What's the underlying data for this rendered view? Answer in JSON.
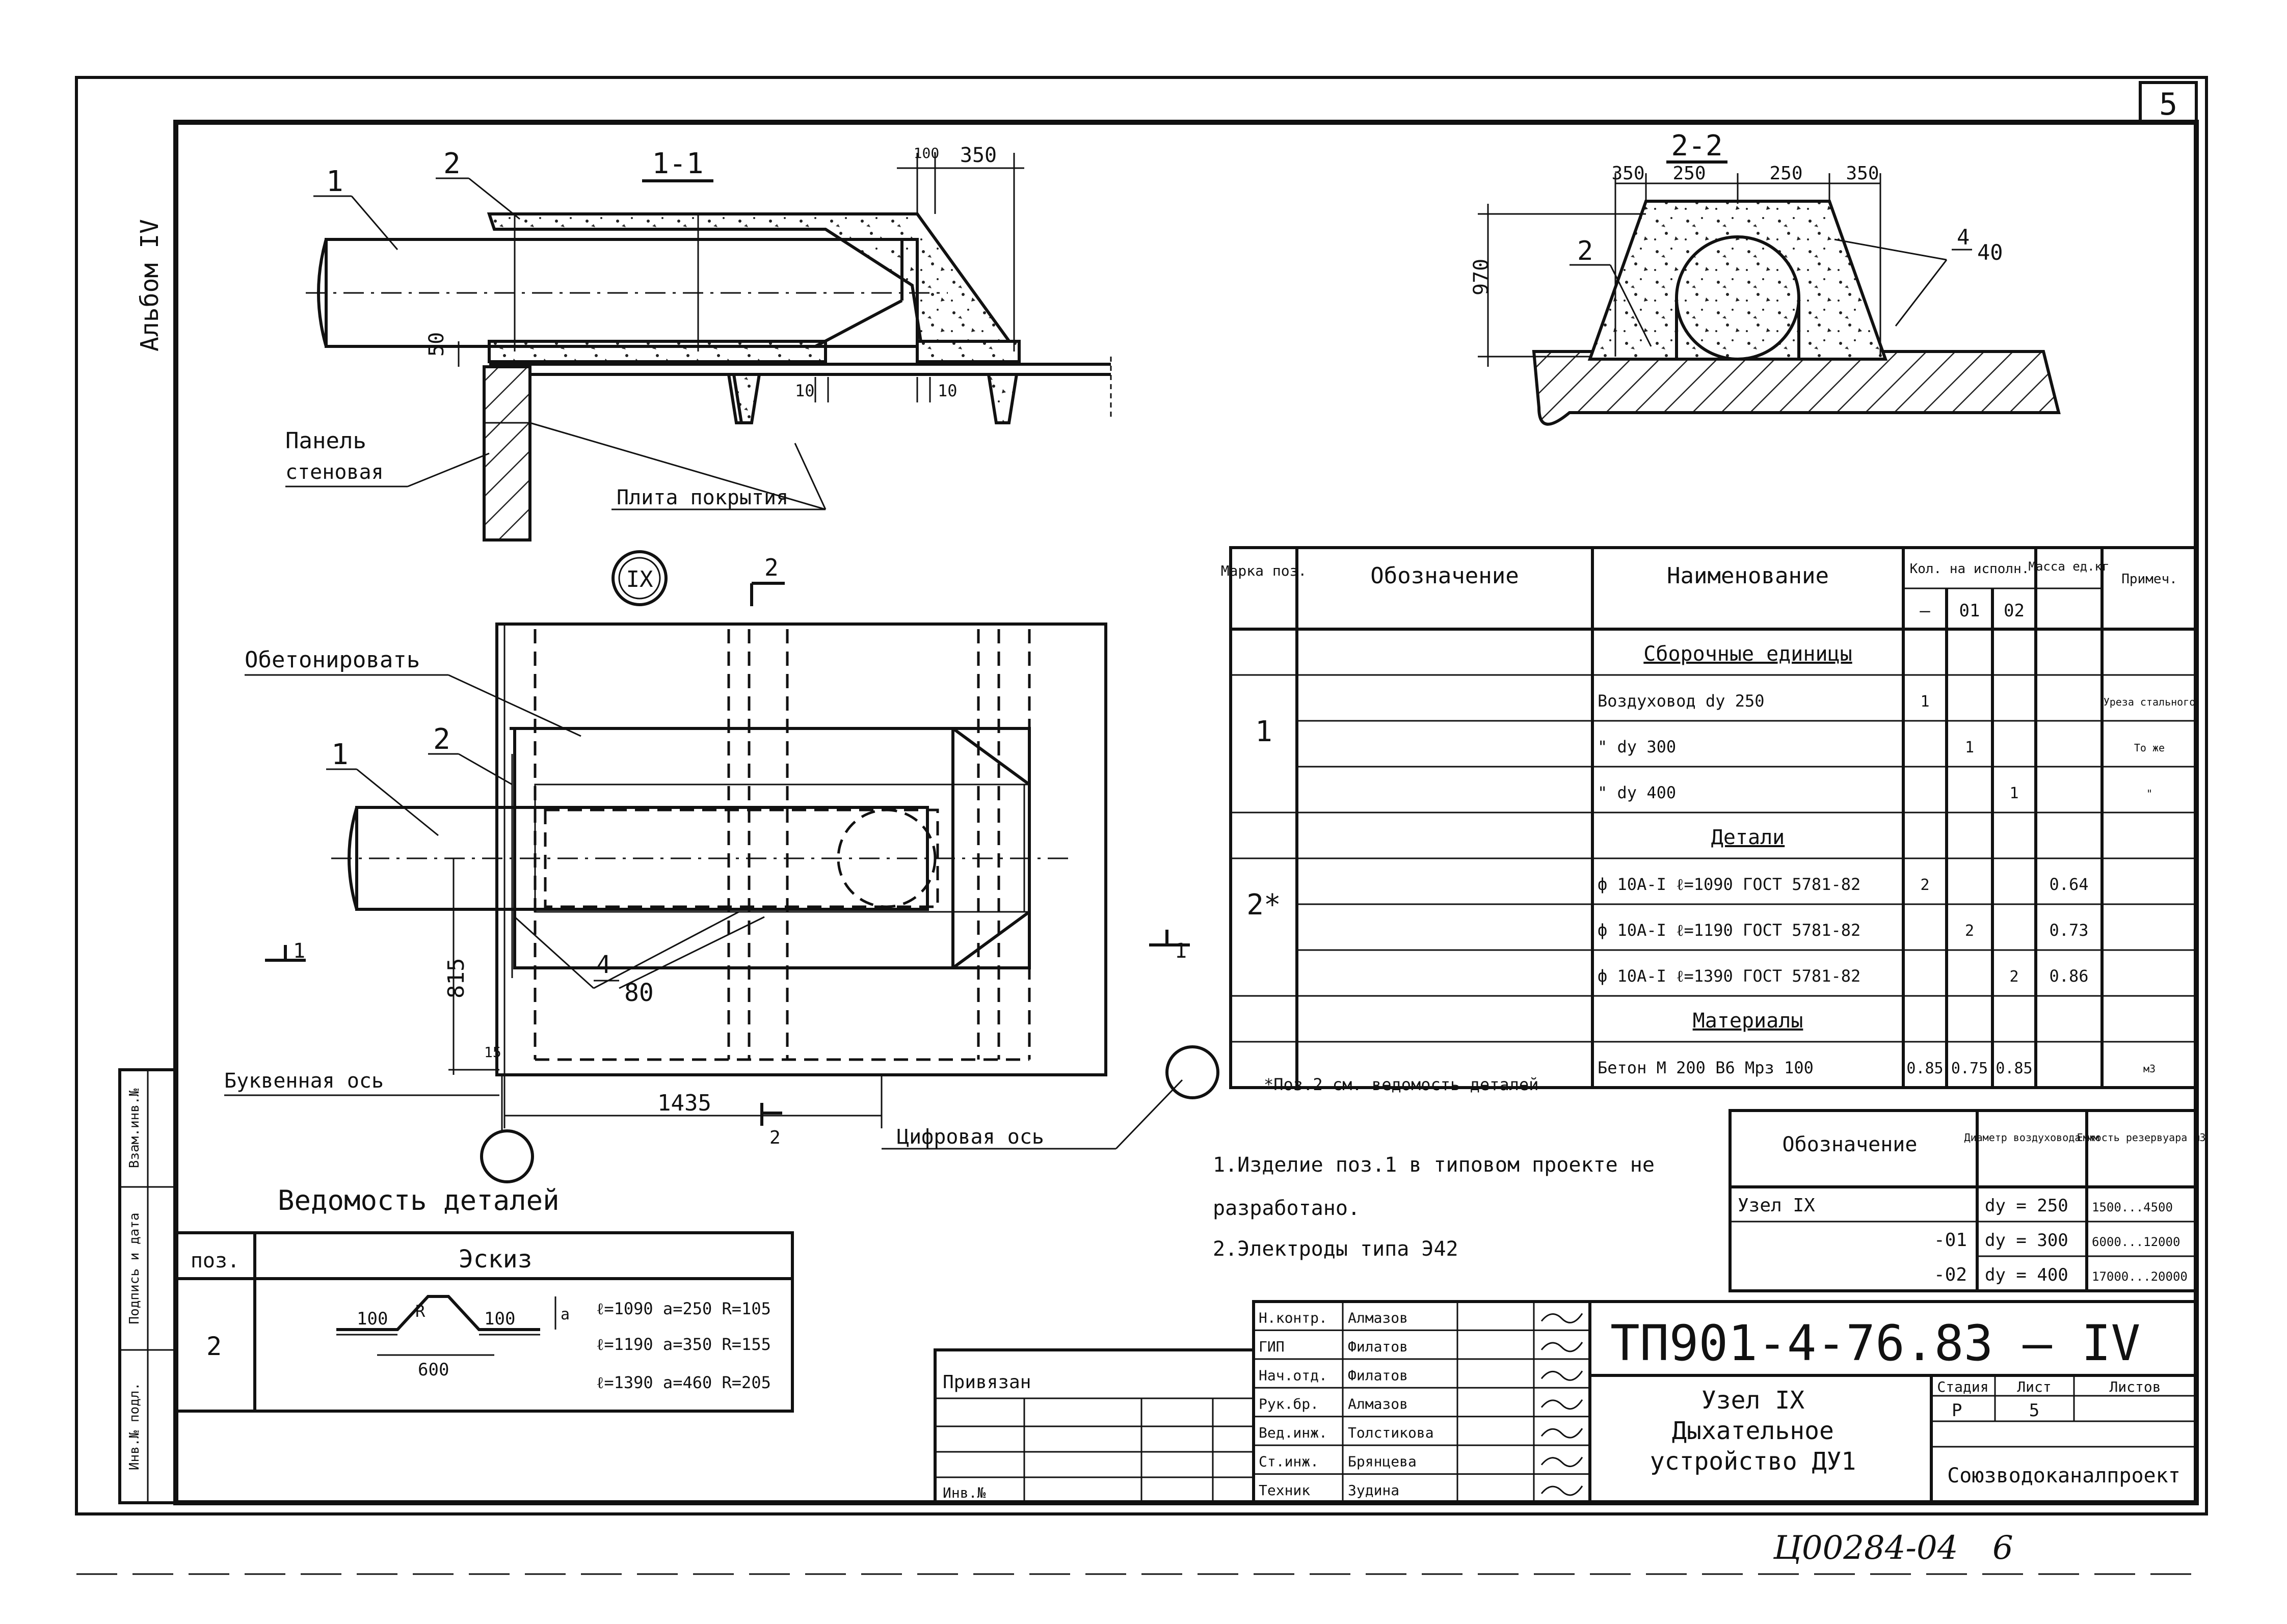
{
  "sheet": {
    "number": "5",
    "album": "Альбом IV",
    "bottom_stamp": "Ц00284-04",
    "bottom_page": "6"
  },
  "side_strip": [
    "Взам.инв.№",
    "Подпись и дата",
    "Инв.№ подл."
  ],
  "section_1_1": {
    "title": "1-1",
    "dim_100": "100",
    "dim_350": "350",
    "dim_50": "50",
    "dim_10a": "10",
    "dim_10b": "10",
    "pos1": "1",
    "pos2": "2",
    "label_panel_1": "Панель",
    "label_panel_2": "стеновая",
    "label_slab": "Плита покрытия"
  },
  "section_2_2": {
    "title": "2-2",
    "dims_top": [
      "350",
      "250",
      "250",
      "350"
    ],
    "dim_height": "970",
    "pos2": "2",
    "pos4": "4",
    "pos4_sub": "40"
  },
  "plan": {
    "node_mark": "IX",
    "cut2_top": "2",
    "cut2_bottom": "2",
    "label_concrete": "Обетонировать",
    "pos1": "1",
    "pos2": "2",
    "pos4": "4",
    "pos4_sub": "80",
    "dim_815": "815",
    "dim_15": "15",
    "dim_1435": "1435",
    "cut1_left": "1",
    "cut1_right": "1",
    "label_letter_axis": "Буквенная ось",
    "label_digit_axis": "Цифровая ось"
  },
  "spec": {
    "headers": {
      "mark": "Марка поз.",
      "designation": "Обозначение",
      "name": "Наименование",
      "qty": "Кол. на исполн.",
      "qty_cols": [
        "–",
        "01",
        "02"
      ],
      "mass": "Масса ед.кг",
      "note": "Примеч."
    },
    "rows": [
      {
        "mark": "",
        "name": "Сборочные единицы",
        "section": true,
        "q": [
          "",
          "",
          ""
        ],
        "mass": "",
        "note": ""
      },
      {
        "mark": "1",
        "name": "Воздуховод   dу 250",
        "section": false,
        "q": [
          "1",
          "",
          ""
        ],
        "mass": "",
        "note": "Уреза стального"
      },
      {
        "mark": "",
        "name": "\"   dу 300",
        "section": false,
        "q": [
          "",
          "1",
          ""
        ],
        "mass": "",
        "note": "То же"
      },
      {
        "mark": "",
        "name": "\"   dу 400",
        "section": false,
        "q": [
          "",
          "",
          "1"
        ],
        "mass": "",
        "note": "\""
      },
      {
        "mark": "",
        "name": "Детали",
        "section": true,
        "q": [
          "",
          "",
          ""
        ],
        "mass": "",
        "note": ""
      },
      {
        "mark": "2*",
        "name": "ф 10А-I  ℓ=1090 ГОСТ 5781-82",
        "section": false,
        "q": [
          "2",
          "",
          ""
        ],
        "mass": "0.64",
        "note": ""
      },
      {
        "mark": "",
        "name": "ф 10А-I  ℓ=1190 ГОСТ 5781-82",
        "section": false,
        "q": [
          "",
          "2",
          ""
        ],
        "mass": "0.73",
        "note": ""
      },
      {
        "mark": "",
        "name": "ф 10А-I  ℓ=1390 ГОСТ 5781-82",
        "section": false,
        "q": [
          "",
          "",
          "2"
        ],
        "mass": "0.86",
        "note": ""
      },
      {
        "mark": "",
        "name": "Материалы",
        "section": true,
        "q": [
          "",
          "",
          ""
        ],
        "mass": "",
        "note": ""
      },
      {
        "mark": "",
        "name": "Бетон М 200 В6 Мрз 100",
        "section": false,
        "q": [
          "0.85",
          "0.75",
          "0.85"
        ],
        "mass": "",
        "note": "м3"
      }
    ],
    "footnote": "*Поз.2 см. ведомость деталей"
  },
  "notes": [
    "1.Изделие поз.1 в типовом проекте не",
    "разработано.",
    "2.Электроды типа Э42"
  ],
  "variants": {
    "headers": [
      "Обозначение",
      "Диаметр воздуховода мм",
      "Емкость резервуара м3"
    ],
    "rows": [
      [
        "Узел IX",
        "dу = 250",
        "1500...4500"
      ],
      [
        "-01",
        "dу = 300",
        "6000...12000"
      ],
      [
        "-02",
        "dу = 400",
        "17000...20000"
      ]
    ]
  },
  "details": {
    "title": "Ведомость деталей",
    "col_pos": "поз.",
    "col_sketch": "Эскиз",
    "pos": "2",
    "sketch_100a": "100",
    "sketch_100b": "100",
    "sketch_600": "600",
    "sketch_r": "R",
    "sketch_a": "а",
    "lines": [
      "ℓ=1090 а=250 R=105",
      "ℓ=1190 а=350 R=155",
      "ℓ=1390 а=460 R=205"
    ]
  },
  "title_block": {
    "code": "ТП901-4-76.83 – IV",
    "privyazan": "Привязан",
    "inv": "Инв.№",
    "roles": [
      "Н.контр.",
      "ГИП",
      "Нач.отд.",
      "Рук.бр.",
      "Вед.инж.",
      "Ст.инж.",
      "Техник"
    ],
    "names": [
      "Алмазов",
      "Филатов",
      "Филатов",
      "Алмазов",
      "Толстикова",
      "Брянцева",
      "Зудина"
    ],
    "title_lines": [
      "Узел IX",
      "Дыхательное",
      "устройство ДУ1"
    ],
    "stage_label": "Стадия",
    "sheet_label": "Лист",
    "sheets_label": "Листов",
    "stage": "Р",
    "sheet": "5",
    "sheets": "",
    "org": "Союзводоканалпроект"
  }
}
